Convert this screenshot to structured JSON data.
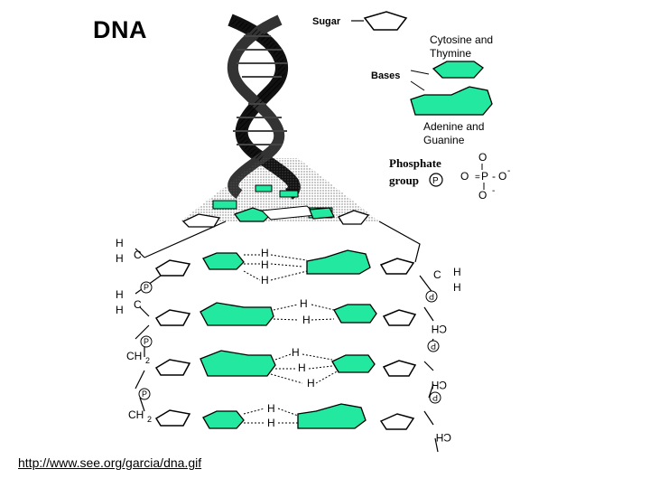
{
  "slide": {
    "title": "DNA",
    "url": "http://www.see.org/garcia/dna.gif"
  },
  "legend": {
    "sugar_label": "Sugar",
    "pyrimidine_line1": "Cytosine and",
    "pyrimidine_line2": "Thymine",
    "bases_label": "Bases",
    "purine_line1": "Adenine and",
    "purine_line2": "Guanine",
    "phosphate_line1": "Phosphate",
    "phosphate_line2": "group",
    "phosphate_symbol": "P",
    "phosphate_formula_O": "O",
    "phosphate_formula_P": "P",
    "phosphate_formula_charge": "-"
  },
  "colors": {
    "base_green": "#22e8a0",
    "outline": "#000000",
    "sugar_fill": "#ffffff"
  },
  "molecule": {
    "H": "H",
    "C": "C",
    "CH2": "CH",
    "CH2_sub": "2",
    "P": "P"
  }
}
